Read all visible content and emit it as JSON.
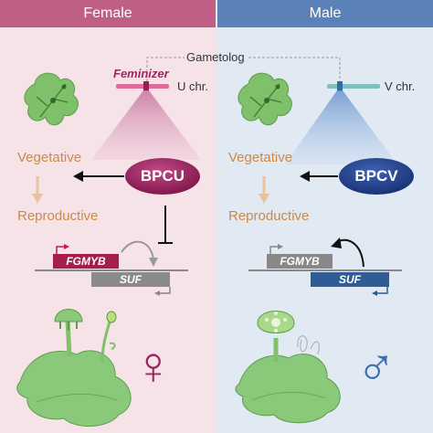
{
  "panels": {
    "female": {
      "title": "Female",
      "header_color": "#c05f86",
      "bg_color": "#f6e3e8"
    },
    "male": {
      "title": "Male",
      "header_color": "#5a82b9",
      "bg_color": "#e1e9f3"
    }
  },
  "gametolog_label": "Gametolog",
  "female_side": {
    "feminizer_label": "Feminizer",
    "chromosome_label": "U chr.",
    "protein_label": "BPCU",
    "vegetative_label": "Vegetative",
    "reproductive_label": "Reproductive",
    "gene_fgmyb": "FGMYB",
    "gene_suf": "SUF",
    "symbol": "♀",
    "protein_color": "#9a1e5a",
    "symbol_color": "#a0245d"
  },
  "male_side": {
    "chromosome_label": "V chr.",
    "protein_label": "BPCV",
    "vegetative_label": "Vegetative",
    "reproductive_label": "Reproductive",
    "gene_fgmyb": "FGMYB",
    "gene_suf": "SUF",
    "symbol": "♂",
    "protein_color": "#1f3e8a",
    "symbol_color": "#3b6eb0"
  },
  "colors": {
    "orange_text": "#c98a4a",
    "leaf_green": "#7fc06a",
    "fgmyb_female": "#a61e4d",
    "suf_female": "#8a8a8a",
    "fgmyb_male": "#888888",
    "suf_male": "#2f5c94"
  }
}
